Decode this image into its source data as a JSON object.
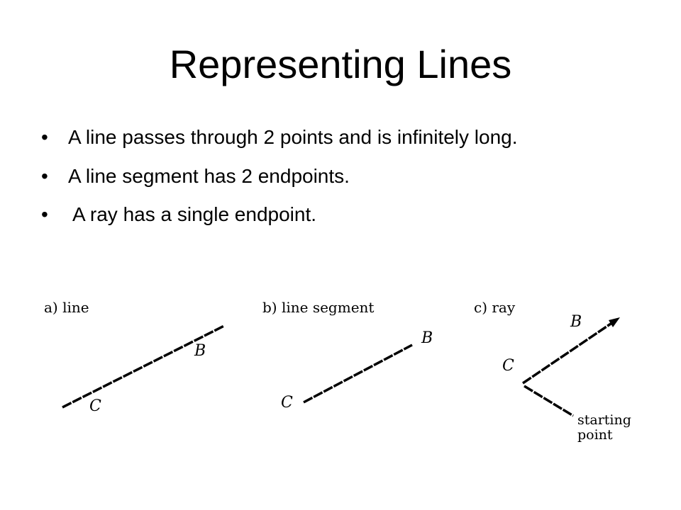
{
  "slide": {
    "title": "Representing Lines",
    "bullets": [
      "A line passes through 2 points and is infinitely long.",
      "A line segment has 2 endpoints.",
      "A ray has a single endpoint."
    ]
  },
  "figure": {
    "panels": [
      {
        "caption": "a) line",
        "points": [
          "C",
          "B"
        ]
      },
      {
        "caption": "b) line segment",
        "points": [
          "C",
          "B"
        ]
      },
      {
        "caption": "c) ray",
        "points": [
          "C",
          "B"
        ],
        "annotation": [
          "starting",
          "point"
        ]
      }
    ]
  }
}
